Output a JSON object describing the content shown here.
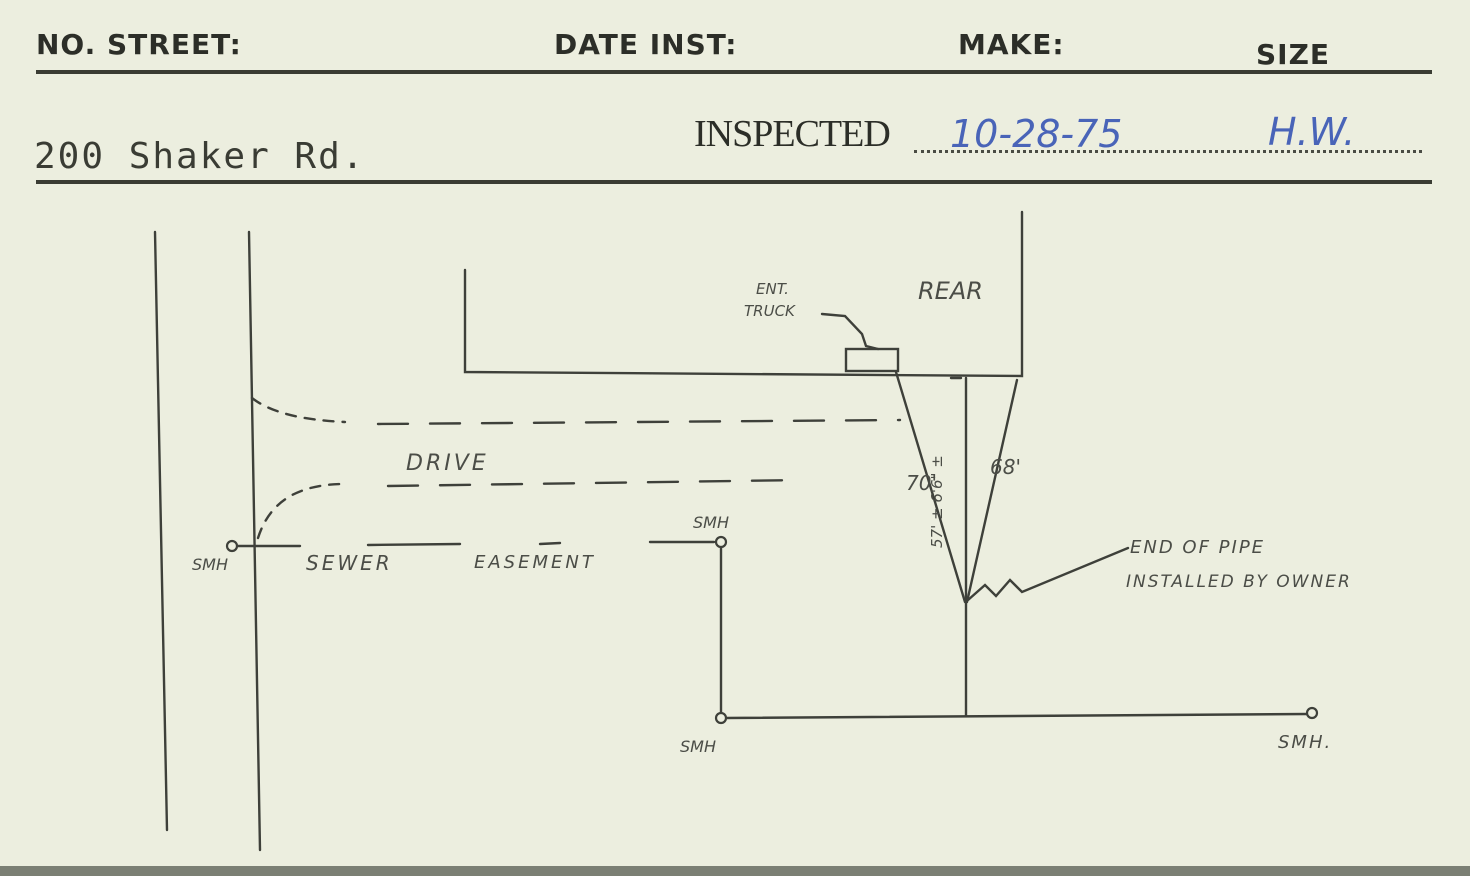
{
  "header": {
    "no_street": "NO. STREET:",
    "date_inst": "DATE INST:",
    "make": "MAKE:",
    "size": "SIZE"
  },
  "record": {
    "address": "200 Shaker Rd.",
    "inspected_label": "INSPECTED",
    "inspected_date": "10-28-75",
    "inspector": "H.W."
  },
  "sketch": {
    "rear": "REAR",
    "ent_truck": [
      "ENT.",
      "TRUCK"
    ],
    "drive": "DRIVE",
    "sewer_easement": [
      "SEWER",
      "EASEMENT"
    ],
    "smh_left": "SMH",
    "smh_top": "SMH",
    "smh_bottom_left": "SMH",
    "smh_bottom_right": "SMH.",
    "dim_70": "70'",
    "dim_68": "68'",
    "dim_vertical": "57' ± 6'6\" ±",
    "end_of_pipe": [
      "END OF PIPE",
      "INSTALLED BY OWNER"
    ]
  },
  "colors": {
    "paper": "#eceedf",
    "ink": "#2c2e28",
    "pencil": "#4b4d47",
    "blue_ink": "#4964b8"
  }
}
